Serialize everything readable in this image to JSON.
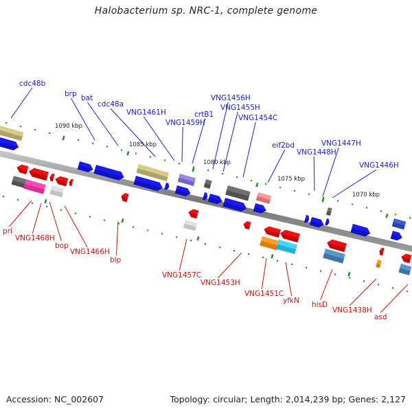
{
  "title": "Halobacterium sp. NRC-1, complete genome",
  "footer": {
    "accession": "Accession: NC_002607",
    "topology": "Topology: circular;",
    "length": "Length: 2,014,239 bp;",
    "genes": "Genes: 2,127"
  },
  "colors": {
    "backbone": "#8a8a8a",
    "tick": "#2e8b2e",
    "top_label": "#1a1ad6",
    "bottom_label": "#d01010",
    "blue": "#1a1af0",
    "red": "#f01010",
    "olive": "#c8bc78",
    "gray": "#666666",
    "lightgray": "#cfcfcf",
    "pink": "#ff3aa8",
    "salmon": "#ff8080",
    "violet": "#8878d8",
    "orange": "#ff8c00",
    "cyan": "#1ac8f0",
    "steel": "#4682b4",
    "navy": "#2850c8"
  },
  "scale_labels": [
    "1090 kbp",
    "1085 kbp",
    "1080 kbp",
    "1075 kbp",
    "1070 kbp"
  ],
  "top_labels": [
    "cdc48b",
    "brp",
    "bat",
    "cdc48a",
    "VNG1461H",
    "VNG1459H",
    "crtB1",
    "VNG1456H",
    "VNG1455H",
    "VNG1454C",
    "eif2bd",
    "VNG1448H",
    "VNG1447H",
    "VNG1446H"
  ],
  "bottom_labels": [
    "pri",
    "VNG1468H",
    "bop",
    "VNG1466H",
    "blp",
    "VNG1457C",
    "VNG1453H",
    "VNG1451C",
    "yfkN",
    "hisD",
    "VNG1438H",
    "asd"
  ]
}
